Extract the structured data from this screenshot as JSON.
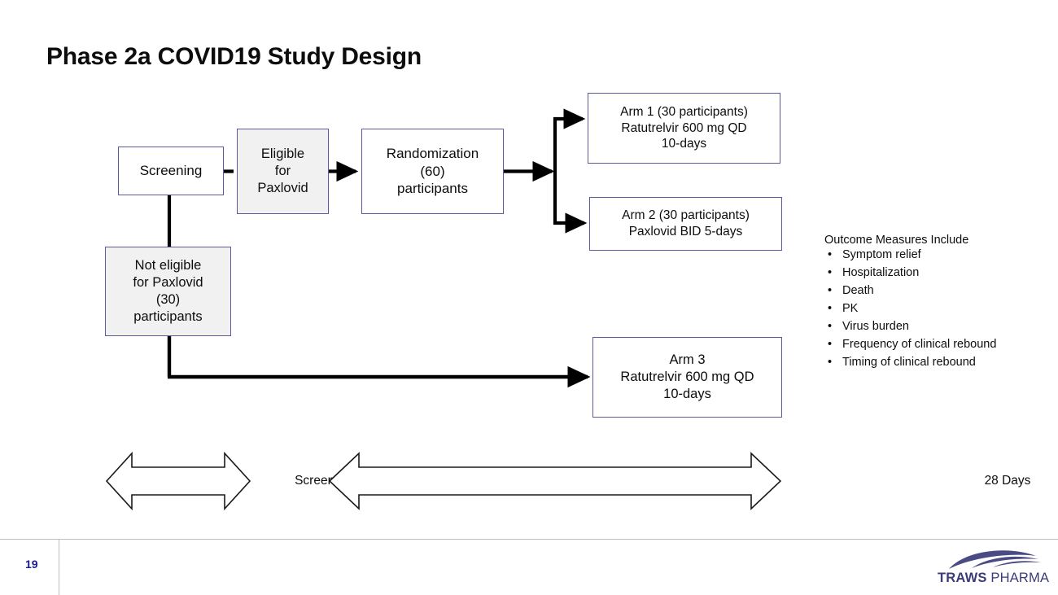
{
  "slide": {
    "title": "Phase 2a COVID19 Study Design",
    "page_number": "19"
  },
  "diagram": {
    "nodes": [
      {
        "id": "screening",
        "lines": [
          "Screening"
        ]
      },
      {
        "id": "eligible",
        "lines": [
          "Eligible",
          "for",
          "Paxlovid"
        ]
      },
      {
        "id": "randomization",
        "lines": [
          "Randomization",
          "(60)",
          "participants"
        ]
      },
      {
        "id": "arm1",
        "lines": [
          "Arm 1 (30 participants)",
          "Ratutrelvir 600 mg QD",
          "10-days"
        ]
      },
      {
        "id": "arm2",
        "lines": [
          "Arm 2 (30 participants)",
          "Paxlovid BID 5-days"
        ]
      },
      {
        "id": "not_eligible",
        "lines": [
          "Not eligible",
          "for Paxlovid",
          "(30)",
          "participants"
        ]
      },
      {
        "id": "arm3",
        "lines": [
          "Arm 3",
          "Ratutrelvir 600 mg QD",
          "10-days"
        ]
      }
    ],
    "timeline": [
      {
        "id": "screening_span",
        "label": "Screening"
      },
      {
        "id": "study_span",
        "label": "28 Days"
      }
    ]
  },
  "outcomes": {
    "heading": "Outcome Measures Include",
    "bullet_glyph": "•",
    "items": [
      "Symptom relief",
      "Hospitalization",
      "Death",
      "PK",
      "Virus burden",
      "Frequency of clinical rebound",
      "Timing of clinical rebound"
    ]
  },
  "branding": {
    "name_bold": "TRAWS",
    "name_light": " PHARMA"
  },
  "colors": {
    "node_border": "#5a5a9c",
    "node_shaded_fill": "#f1f1f1",
    "connector": "#000000",
    "page_number": "#1a1a8c",
    "logo": "#3b3b78",
    "footer_rule": "#bfbfbf"
  }
}
